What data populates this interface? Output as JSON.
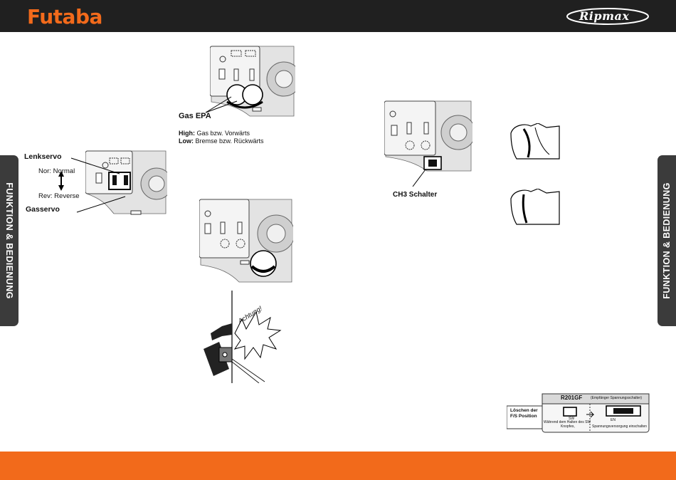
{
  "header": {
    "brand_left": "Futaba",
    "brand_right": "Ripmax"
  },
  "side_tabs": {
    "left": "FUNKTION & BEDIENUNG",
    "right": "FUNKTION & BEDIENUNG"
  },
  "servo_figure": {
    "lenkservo": "Lenkservo",
    "nor": "Nor: Normal",
    "rev": "Rev: Reverse",
    "gasservo": "Gasservo"
  },
  "epa_figure": {
    "title": "Gas EPA",
    "high_label": "High:",
    "high_text": " Gas bzw. Vorwärts",
    "low_label": "Low:",
    "low_text": " Bremse bzw. Rückwärts"
  },
  "warning_figure": {
    "text": "Achtung!"
  },
  "ch3_figure": {
    "label": "CH3 Schalter"
  },
  "receiver_figure": {
    "model": "R201GF",
    "receiver_switch": "(Empfänger Spannungsschalter)",
    "clear_title_1": "Löschen der",
    "clear_title_2": "F/S Position",
    "sw": "SW",
    "press_1": "Während dem Halten des SW",
    "press_2": "Knopfes,",
    "en": "EN",
    "power_on": "Spannungsversorgung einschalten"
  },
  "colors": {
    "brand_orange": "#f26a1b",
    "header_dark": "#202020",
    "tab_dark": "#3b3b3b"
  }
}
